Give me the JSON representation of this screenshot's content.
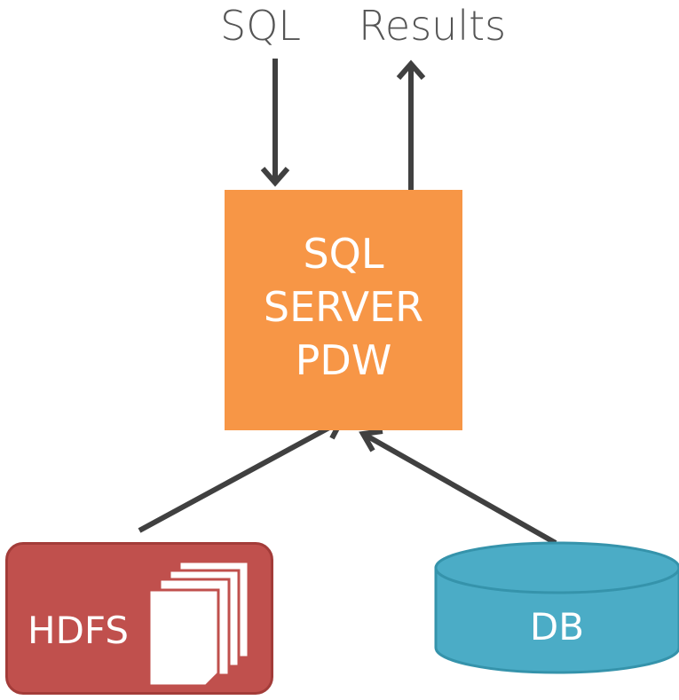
{
  "inputs": {
    "sql_label": "SQL",
    "results_label": "Results"
  },
  "pdw": {
    "line1": "SQL",
    "line2": "SERVER",
    "line3": "PDW"
  },
  "sources": {
    "hdfs_label": "HDFS",
    "db_label": "DB"
  },
  "colors": {
    "pdw": "#f79646",
    "hdfs": "#c0504d",
    "db": "#4bacc6",
    "arrow": "#404040"
  },
  "icons": {
    "hdfs_documents": "document-stack-icon",
    "db_cylinder": "database-cylinder-icon"
  }
}
